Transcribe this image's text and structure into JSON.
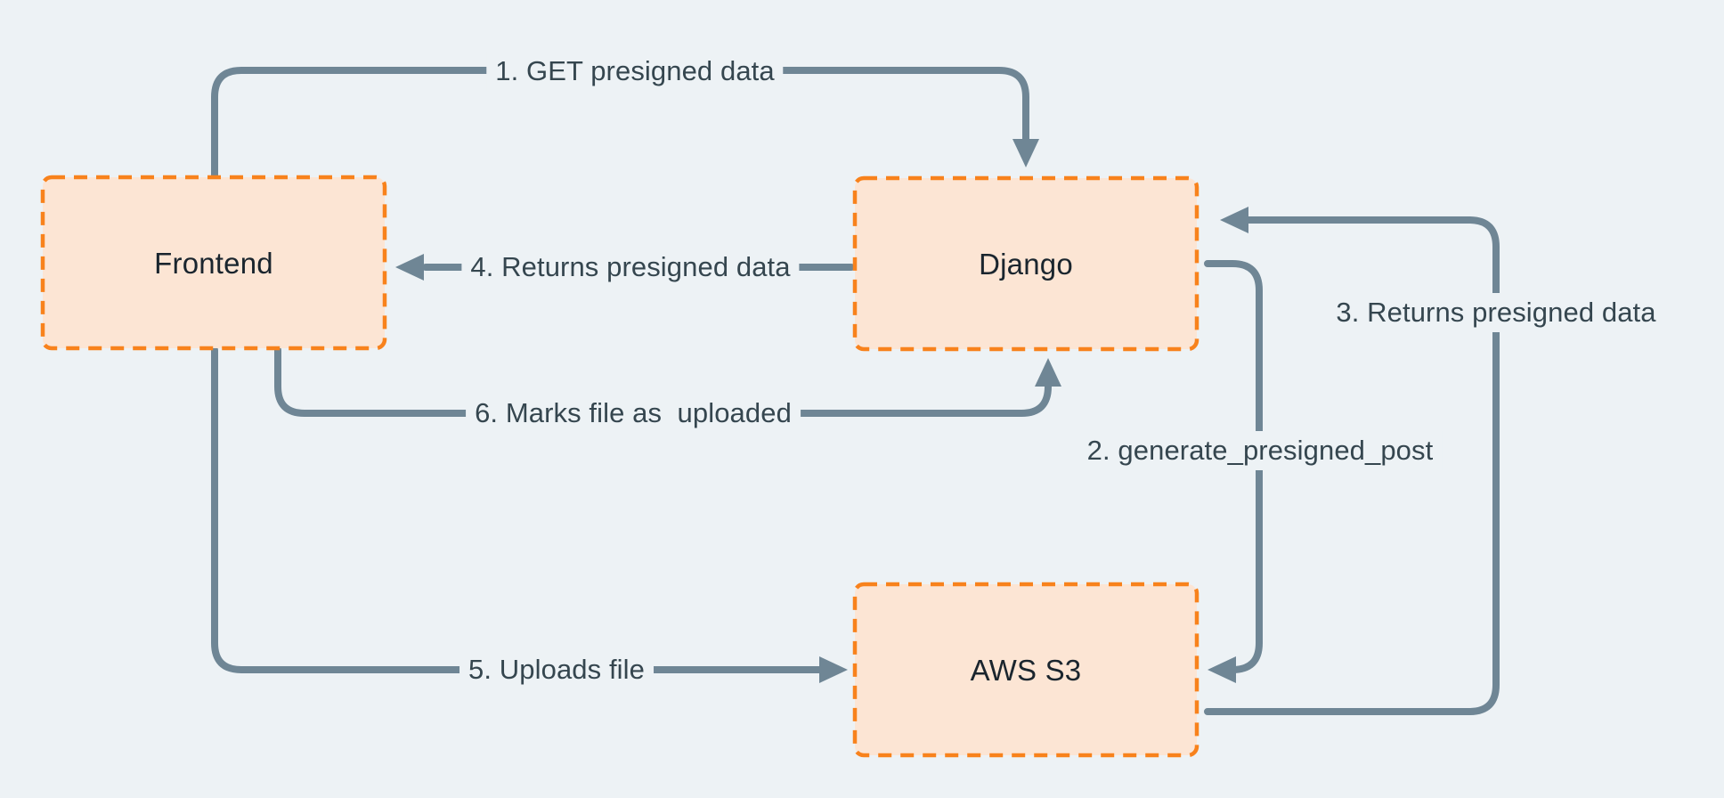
{
  "diagram": {
    "type": "flow-diagram",
    "background_color": "#edf2f5",
    "arrow_color": "#6f8695",
    "node_fill_color": "#fce5d4",
    "node_border_color": "#f8821c",
    "node_text_color": "#1a252e",
    "edge_text_color": "#35464f",
    "nodes": [
      {
        "id": "frontend",
        "label": "Frontend"
      },
      {
        "id": "django",
        "label": "Django"
      },
      {
        "id": "aws-s3",
        "label": "AWS S3"
      }
    ],
    "edges": [
      {
        "step": 1,
        "label": "1. GET presigned data",
        "from": "Frontend",
        "to": "Django"
      },
      {
        "step": 2,
        "label": "2. generate_presigned_post",
        "from": "Django",
        "to": "AWS S3"
      },
      {
        "step": 3,
        "label": "3. Returns presigned data",
        "from": "AWS S3",
        "to": "Django"
      },
      {
        "step": 4,
        "label": "4. Returns presigned data",
        "from": "Django",
        "to": "Frontend"
      },
      {
        "step": 5,
        "label": "5. Uploads file",
        "from": "Frontend",
        "to": "AWS S3"
      },
      {
        "step": 6,
        "label": "6. Marks file as  uploaded",
        "from": "Frontend",
        "to": "Django"
      }
    ]
  }
}
